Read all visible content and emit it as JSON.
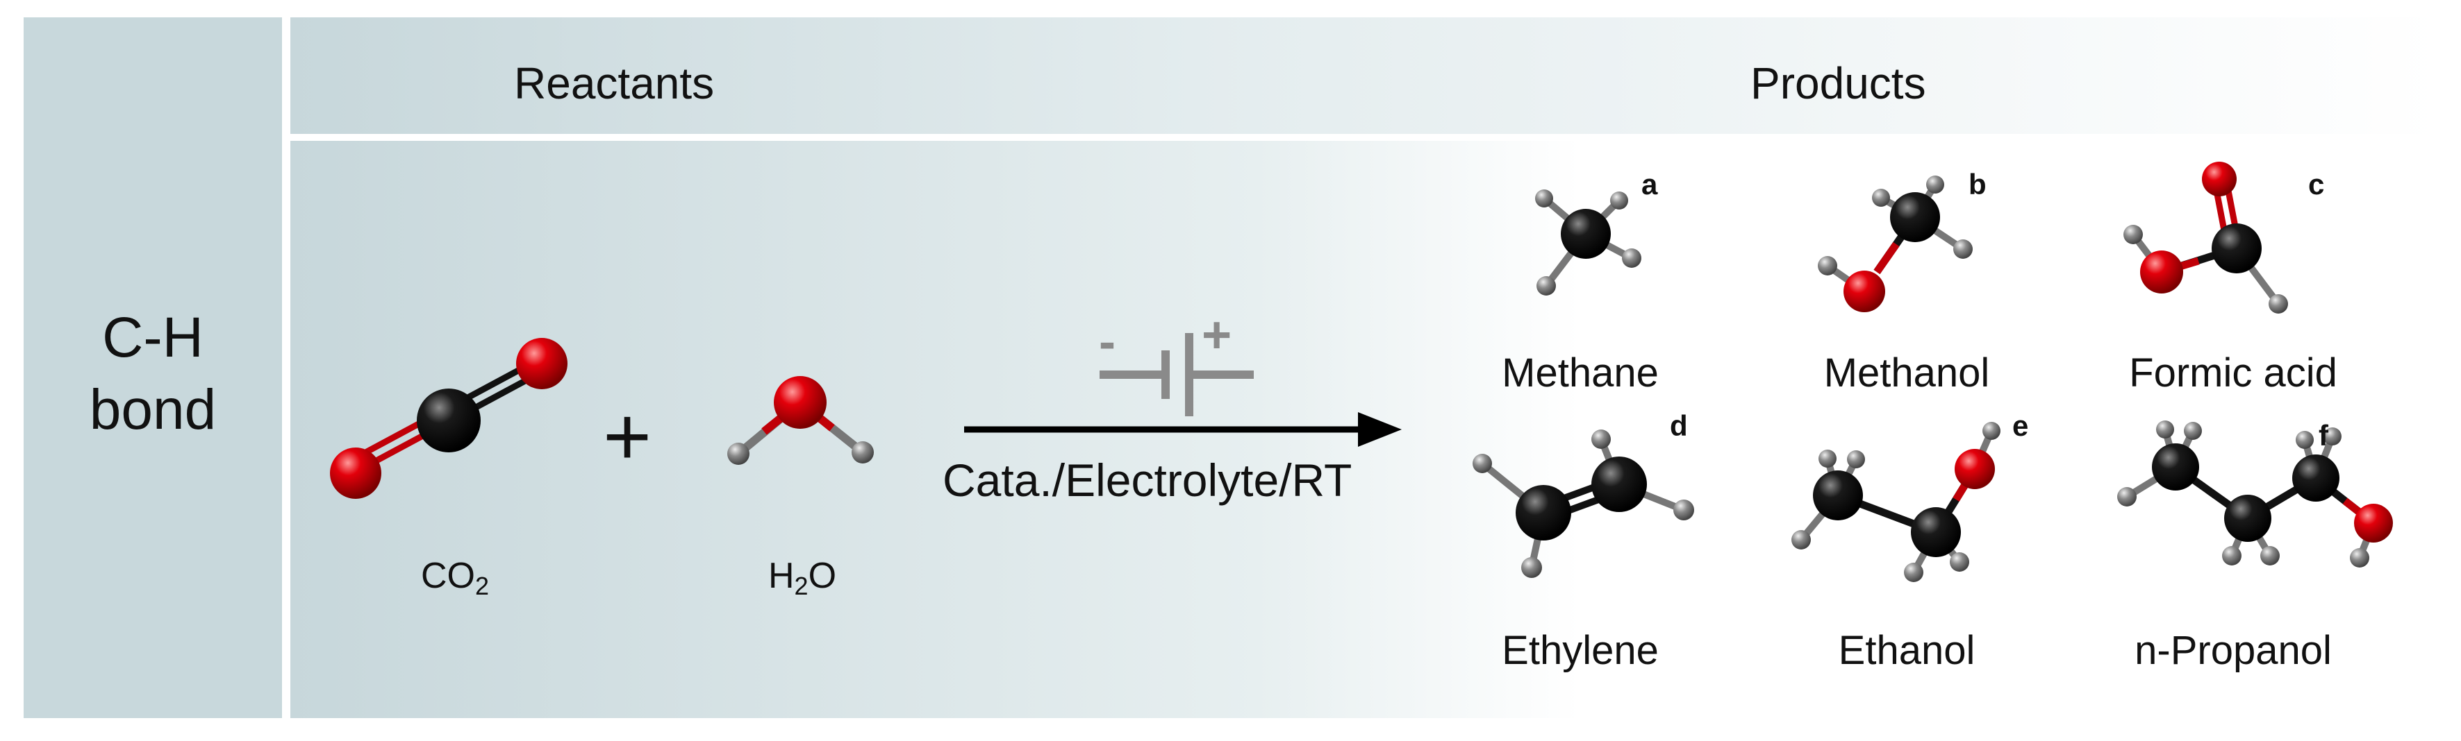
{
  "side_label_line1": "C-H",
  "side_label_line2": "bond",
  "header": {
    "reactants": "Reactants",
    "products": "Products"
  },
  "reactants": {
    "co2": {
      "base": "CO",
      "sub": "2"
    },
    "h2o": {
      "pre": "H",
      "sub": "2",
      "post": "O"
    },
    "plus": "+"
  },
  "reaction": {
    "minus": "-",
    "plus": "+",
    "conditions": "Cata./Electrolyte/RT"
  },
  "products": [
    {
      "letter": "a",
      "name": "Methane"
    },
    {
      "letter": "b",
      "name": "Methanol"
    },
    {
      "letter": "c",
      "name": "Formic acid"
    },
    {
      "letter": "d",
      "name": "Ethylene"
    },
    {
      "letter": "e",
      "name": "Ethanol"
    },
    {
      "letter": "f",
      "name": "n-Propanol"
    }
  ],
  "colors": {
    "carbon": "#000000",
    "oxygen": "#e0000a",
    "hydrogen": "#7a7a7a",
    "panel": "#c8d8dc",
    "battery": "#8a8a8a",
    "arrow": "#000000"
  }
}
